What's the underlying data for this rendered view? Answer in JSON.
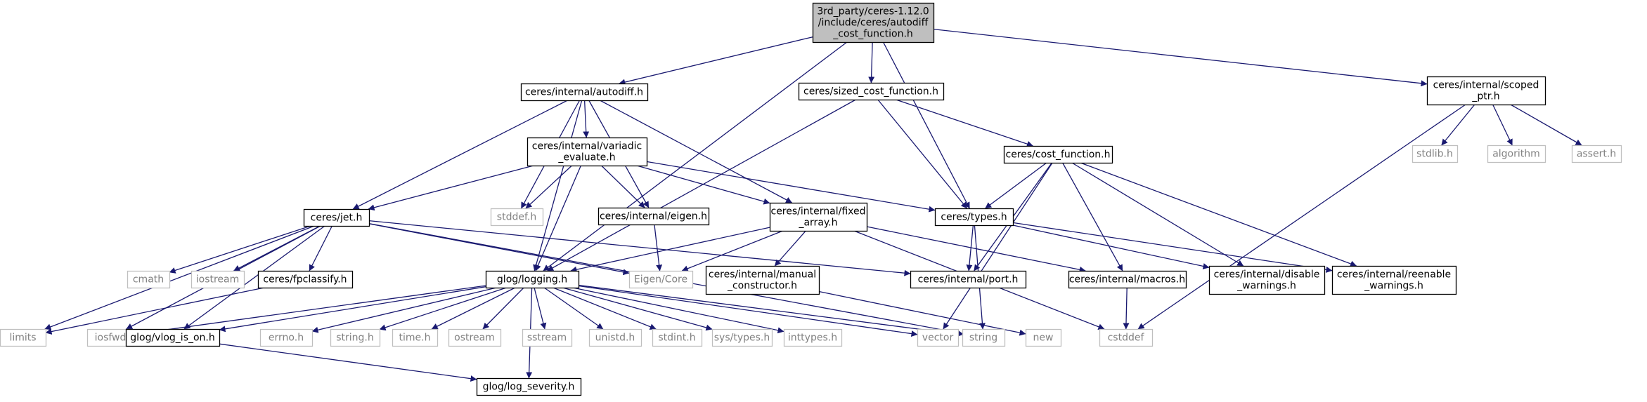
{
  "colors": {
    "edge": "#191970",
    "root_fill": "#bfbfbf",
    "internal_border": "#000000",
    "external_border": "#bfbfbf",
    "external_text": "#808080"
  },
  "nodes": [
    {
      "id": "root",
      "lines": [
        "3rd_party/ceres-1.12.0",
        "/include/ceres/autodiff",
        "_cost_function.h"
      ],
      "kind": "root"
    },
    {
      "id": "autodiff",
      "lines": [
        "ceres/internal/autodiff.h"
      ],
      "kind": "internal"
    },
    {
      "id": "sized_cost",
      "lines": [
        "ceres/sized_cost_function.h"
      ],
      "kind": "internal"
    },
    {
      "id": "scoped_ptr",
      "lines": [
        "ceres/internal/scoped",
        "_ptr.h"
      ],
      "kind": "internal"
    },
    {
      "id": "stdlib",
      "lines": [
        "stdlib.h"
      ],
      "kind": "external"
    },
    {
      "id": "algorithm",
      "lines": [
        "algorithm"
      ],
      "kind": "external"
    },
    {
      "id": "assert",
      "lines": [
        "assert.h"
      ],
      "kind": "external"
    },
    {
      "id": "variadic",
      "lines": [
        "ceres/internal/variadic",
        "_evaluate.h"
      ],
      "kind": "internal"
    },
    {
      "id": "cost_function",
      "lines": [
        "ceres/cost_function.h"
      ],
      "kind": "internal"
    },
    {
      "id": "jet",
      "lines": [
        "ceres/jet.h"
      ],
      "kind": "internal"
    },
    {
      "id": "stddef",
      "lines": [
        "stddef.h"
      ],
      "kind": "external"
    },
    {
      "id": "eigen_h",
      "lines": [
        "ceres/internal/eigen.h"
      ],
      "kind": "internal"
    },
    {
      "id": "fixed_array",
      "lines": [
        "ceres/internal/fixed",
        "_array.h"
      ],
      "kind": "internal"
    },
    {
      "id": "types",
      "lines": [
        "ceres/types.h"
      ],
      "kind": "internal"
    },
    {
      "id": "cmath",
      "lines": [
        "cmath"
      ],
      "kind": "external"
    },
    {
      "id": "iostream",
      "lines": [
        "iostream"
      ],
      "kind": "external"
    },
    {
      "id": "fpclassify",
      "lines": [
        "ceres/fpclassify.h"
      ],
      "kind": "internal"
    },
    {
      "id": "logging",
      "lines": [
        "glog/logging.h"
      ],
      "kind": "internal"
    },
    {
      "id": "eigen_core",
      "lines": [
        "Eigen/Core"
      ],
      "kind": "external"
    },
    {
      "id": "manual_ctor",
      "lines": [
        "ceres/internal/manual",
        "_constructor.h"
      ],
      "kind": "internal"
    },
    {
      "id": "port",
      "lines": [
        "ceres/internal/port.h"
      ],
      "kind": "internal"
    },
    {
      "id": "macros",
      "lines": [
        "ceres/internal/macros.h"
      ],
      "kind": "internal"
    },
    {
      "id": "disable_warn",
      "lines": [
        "ceres/internal/disable",
        "_warnings.h"
      ],
      "kind": "internal"
    },
    {
      "id": "reenable_warn",
      "lines": [
        "ceres/internal/reenable",
        "_warnings.h"
      ],
      "kind": "internal"
    },
    {
      "id": "limits",
      "lines": [
        "limits"
      ],
      "kind": "external"
    },
    {
      "id": "iosfwd",
      "lines": [
        "iosfwd"
      ],
      "kind": "external"
    },
    {
      "id": "vlog",
      "lines": [
        "glog/vlog_is_on.h"
      ],
      "kind": "internal"
    },
    {
      "id": "errno",
      "lines": [
        "errno.h"
      ],
      "kind": "external"
    },
    {
      "id": "string_h",
      "lines": [
        "string.h"
      ],
      "kind": "external"
    },
    {
      "id": "time_h",
      "lines": [
        "time.h"
      ],
      "kind": "external"
    },
    {
      "id": "ostream",
      "lines": [
        "ostream"
      ],
      "kind": "external"
    },
    {
      "id": "sstream",
      "lines": [
        "sstream"
      ],
      "kind": "external"
    },
    {
      "id": "unistd",
      "lines": [
        "unistd.h"
      ],
      "kind": "external"
    },
    {
      "id": "stdint",
      "lines": [
        "stdint.h"
      ],
      "kind": "external"
    },
    {
      "id": "systypes",
      "lines": [
        "sys/types.h"
      ],
      "kind": "external"
    },
    {
      "id": "inttypes",
      "lines": [
        "inttypes.h"
      ],
      "kind": "external"
    },
    {
      "id": "vector",
      "lines": [
        "vector"
      ],
      "kind": "external"
    },
    {
      "id": "string",
      "lines": [
        "string"
      ],
      "kind": "external"
    },
    {
      "id": "new",
      "lines": [
        "new"
      ],
      "kind": "external"
    },
    {
      "id": "cstddef",
      "lines": [
        "cstddef"
      ],
      "kind": "external"
    },
    {
      "id": "log_severity",
      "lines": [
        "glog/log_severity.h"
      ],
      "kind": "internal"
    }
  ],
  "edges": [
    [
      "root",
      "autodiff"
    ],
    [
      "root",
      "sized_cost"
    ],
    [
      "root",
      "scoped_ptr"
    ],
    [
      "root",
      "logging"
    ],
    [
      "root",
      "types"
    ],
    [
      "scoped_ptr",
      "stdlib"
    ],
    [
      "scoped_ptr",
      "algorithm"
    ],
    [
      "scoped_ptr",
      "assert"
    ],
    [
      "scoped_ptr",
      "cstddef"
    ],
    [
      "autodiff",
      "variadic"
    ],
    [
      "autodiff",
      "jet"
    ],
    [
      "autodiff",
      "stddef"
    ],
    [
      "autodiff",
      "eigen_h"
    ],
    [
      "autodiff",
      "fixed_array"
    ],
    [
      "autodiff",
      "logging"
    ],
    [
      "sized_cost",
      "cost_function"
    ],
    [
      "sized_cost",
      "types"
    ],
    [
      "sized_cost",
      "logging"
    ],
    [
      "variadic",
      "jet"
    ],
    [
      "variadic",
      "stddef"
    ],
    [
      "variadic",
      "eigen_h"
    ],
    [
      "variadic",
      "fixed_array"
    ],
    [
      "variadic",
      "types"
    ],
    [
      "variadic",
      "logging"
    ],
    [
      "cost_function",
      "types"
    ],
    [
      "cost_function",
      "port"
    ],
    [
      "cost_function",
      "macros"
    ],
    [
      "cost_function",
      "disable_warn"
    ],
    [
      "cost_function",
      "reenable_warn"
    ],
    [
      "cost_function",
      "vector"
    ],
    [
      "jet",
      "cmath"
    ],
    [
      "jet",
      "iostream"
    ],
    [
      "jet",
      "fpclassify"
    ],
    [
      "jet",
      "limits"
    ],
    [
      "jet",
      "iosfwd"
    ],
    [
      "jet",
      "string"
    ],
    [
      "jet",
      "eigen_core"
    ],
    [
      "jet",
      "port"
    ],
    [
      "jet",
      "vlog"
    ],
    [
      "eigen_h",
      "eigen_core"
    ],
    [
      "fixed_array",
      "manual_ctor"
    ],
    [
      "fixed_array",
      "logging"
    ],
    [
      "fixed_array",
      "eigen_core"
    ],
    [
      "fixed_array",
      "macros"
    ],
    [
      "fixed_array",
      "cstddef"
    ],
    [
      "types",
      "port"
    ],
    [
      "types",
      "disable_warn"
    ],
    [
      "types",
      "reenable_warn"
    ],
    [
      "types",
      "string"
    ],
    [
      "fpclassify",
      "limits"
    ],
    [
      "manual_ctor",
      "new"
    ],
    [
      "macros",
      "cstddef"
    ],
    [
      "logging",
      "iosfwd"
    ],
    [
      "logging",
      "vlog"
    ],
    [
      "logging",
      "errno"
    ],
    [
      "logging",
      "string_h"
    ],
    [
      "logging",
      "time_h"
    ],
    [
      "logging",
      "ostream"
    ],
    [
      "logging",
      "sstream"
    ],
    [
      "logging",
      "unistd"
    ],
    [
      "logging",
      "stdint"
    ],
    [
      "logging",
      "systypes"
    ],
    [
      "logging",
      "inttypes"
    ],
    [
      "logging",
      "vector"
    ],
    [
      "logging",
      "string"
    ],
    [
      "logging",
      "log_severity"
    ],
    [
      "vlog",
      "log_severity"
    ]
  ]
}
